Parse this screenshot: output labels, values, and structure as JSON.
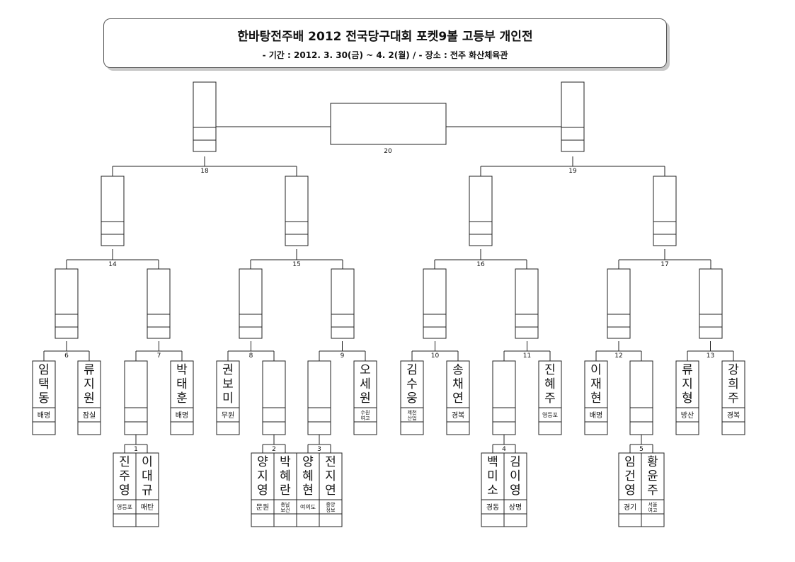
{
  "header": {
    "title": "한바탕전주배 2012 전국당구대회 포켓9볼 고등부 개인전",
    "subtitle": "- 기간 : 2012. 3. 30(금) ~ 4. 2(월)  /  - 장소 : 전주 화산체육관"
  },
  "matches": [
    {
      "id": "m1",
      "label": "1"
    },
    {
      "id": "m2",
      "label": "2"
    },
    {
      "id": "m3",
      "label": "3"
    },
    {
      "id": "m4",
      "label": "4"
    },
    {
      "id": "m5",
      "label": "5"
    },
    {
      "id": "m6",
      "label": "6"
    },
    {
      "id": "m7",
      "label": "7"
    },
    {
      "id": "m8",
      "label": "8"
    },
    {
      "id": "m9",
      "label": "9"
    },
    {
      "id": "m10",
      "label": "10"
    },
    {
      "id": "m11",
      "label": "11"
    },
    {
      "id": "m12",
      "label": "12"
    },
    {
      "id": "m13",
      "label": "13"
    },
    {
      "id": "m14",
      "label": "14"
    },
    {
      "id": "m15",
      "label": "15"
    },
    {
      "id": "m16",
      "label": "16"
    },
    {
      "id": "m17",
      "label": "17"
    },
    {
      "id": "m18",
      "label": "18"
    },
    {
      "id": "m19",
      "label": "19"
    },
    {
      "id": "m20",
      "label": "20"
    }
  ],
  "players": [
    {
      "id": "p6a",
      "name": "임택동",
      "school": [
        "배명"
      ]
    },
    {
      "id": "p6b",
      "name": "류지원",
      "school": [
        "잠실"
      ]
    },
    {
      "id": "p7b",
      "name": "박태훈",
      "school": [
        "배명"
      ]
    },
    {
      "id": "p8a",
      "name": "권보미",
      "school": [
        "무원"
      ]
    },
    {
      "id": "p9b",
      "name": "오세원",
      "school": [
        "수원",
        "여고"
      ]
    },
    {
      "id": "p10a",
      "name": "김수웅",
      "school": [
        "제천",
        "산업"
      ]
    },
    {
      "id": "p10b",
      "name": "송채연",
      "school": [
        "경복"
      ]
    },
    {
      "id": "p11b",
      "name": "진혜주",
      "school": [
        "영등포"
      ]
    },
    {
      "id": "p12a",
      "name": "이재현",
      "school": [
        "배명"
      ]
    },
    {
      "id": "p13a",
      "name": "류지형",
      "school": [
        "방산"
      ]
    },
    {
      "id": "p13b",
      "name": "강희주",
      "school": [
        "경복"
      ]
    },
    {
      "id": "p1a",
      "name": "진주영",
      "school": [
        "영등포"
      ]
    },
    {
      "id": "p1b",
      "name": "이대규",
      "school": [
        "매탄"
      ]
    },
    {
      "id": "p2a",
      "name": "양지영",
      "school": [
        "문원"
      ]
    },
    {
      "id": "p2b",
      "name": "박혜란",
      "school": [
        "충남",
        "보건"
      ]
    },
    {
      "id": "p3a",
      "name": "양혜현",
      "school": [
        "여의도"
      ]
    },
    {
      "id": "p3b",
      "name": "전지연",
      "school": [
        "중앙",
        "정보"
      ]
    },
    {
      "id": "p4a",
      "name": "백미소",
      "school": [
        "경동"
      ]
    },
    {
      "id": "p4b",
      "name": "김이영",
      "school": [
        "상명"
      ]
    },
    {
      "id": "p5a",
      "name": "임건영",
      "school": [
        "경기"
      ]
    },
    {
      "id": "p5b",
      "name": "황윤주",
      "school": [
        "서울",
        "여고"
      ]
    }
  ]
}
